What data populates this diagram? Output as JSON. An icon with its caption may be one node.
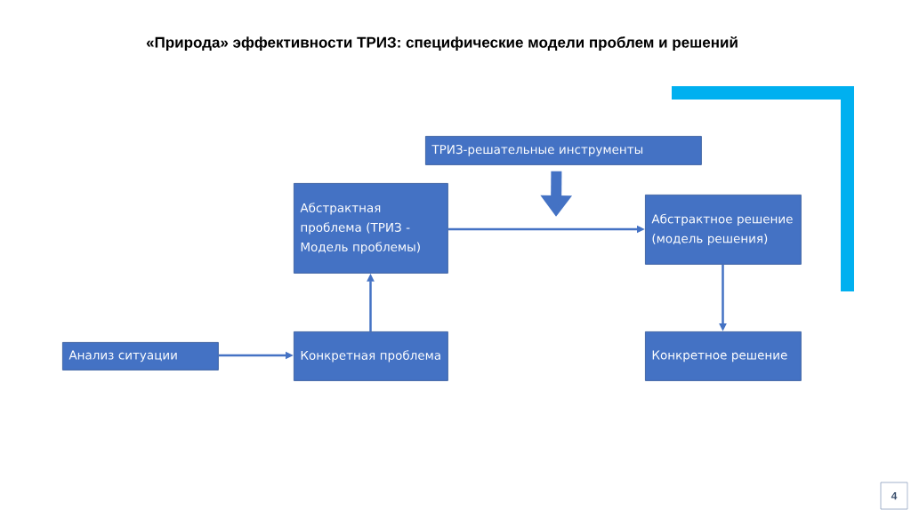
{
  "diagram": {
    "title": "«Природа» эффективности ТРИЗ: специфические модели проблем и решений",
    "nodes": [
      {
        "text": [
          "ТРИЗ-решательные инструменты"
        ]
      },
      {
        "text": [
          "Абстрактная проблема (ТРИЗ - Модель проблемы)"
        ]
      },
      {
        "text": [
          "Абстрактное решение (модель решения)"
        ]
      },
      {
        "text": [
          "Анализ ситуации"
        ]
      },
      {
        "text": [
          "Конкретная проблема"
        ]
      },
      {
        "text": [
          "Конкретное решение"
        ]
      }
    ],
    "edges": [
      {
        "from": 3,
        "to": 4,
        "arrow": "to"
      },
      {
        "from": 4,
        "to": 1,
        "arrow": "to"
      },
      {
        "from": 1,
        "to": 2,
        "arrow": "to"
      },
      {
        "from": 2,
        "to": 5,
        "arrow": "to"
      },
      {
        "from": 0,
        "to": null,
        "arrow": "to",
        "style": "thick"
      }
    ],
    "labels": [
      "4"
    ]
  }
}
